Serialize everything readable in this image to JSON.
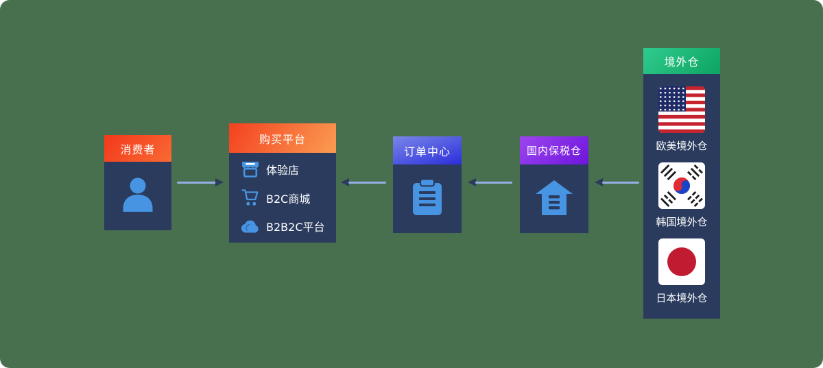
{
  "canvas": {
    "background": "#48704F"
  },
  "nodes": {
    "consumer": {
      "title": "消费者",
      "header_gradient": [
        "#F3381C",
        "#F96A33"
      ]
    },
    "platform": {
      "title": "购买平台",
      "header_gradient": [
        "#F4411F",
        "#FA9C52"
      ],
      "items": [
        {
          "label": "体验店",
          "icon": "store-icon"
        },
        {
          "label": "B2C商城",
          "icon": "cart-icon"
        },
        {
          "label": "B2B2C平台",
          "icon": "cloud-icon"
        }
      ]
    },
    "order": {
      "title": "订单中心",
      "header_gradient": [
        "#7A86E8",
        "#2B2EDB"
      ]
    },
    "bonded": {
      "title": "国内保税仓",
      "header_gradient": [
        "#9C45EE",
        "#6E15DC"
      ]
    },
    "overseas": {
      "title": "境外仓",
      "header_gradient": [
        "#2FCB8E",
        "#0EA462"
      ],
      "warehouses": [
        {
          "label": "欧美境外仓",
          "flag": "us-flag"
        },
        {
          "label": "韩国境外仓",
          "flag": "kr-flag"
        },
        {
          "label": "日本境外仓",
          "flag": "jp-flag"
        }
      ]
    }
  },
  "arrows": [
    {
      "from": "consumer",
      "to": "platform",
      "direction": "right"
    },
    {
      "from": "order",
      "to": "platform",
      "direction": "left"
    },
    {
      "from": "bonded",
      "to": "order",
      "direction": "left"
    },
    {
      "from": "overseas",
      "to": "bonded",
      "direction": "left"
    }
  ],
  "colors": {
    "body_navy": "#2B3B5E",
    "icon_blue": "#4795E2",
    "arrow_line": "#97AFE5",
    "arrow_head": "#2C3A5C",
    "text": "#FFFFFF"
  }
}
